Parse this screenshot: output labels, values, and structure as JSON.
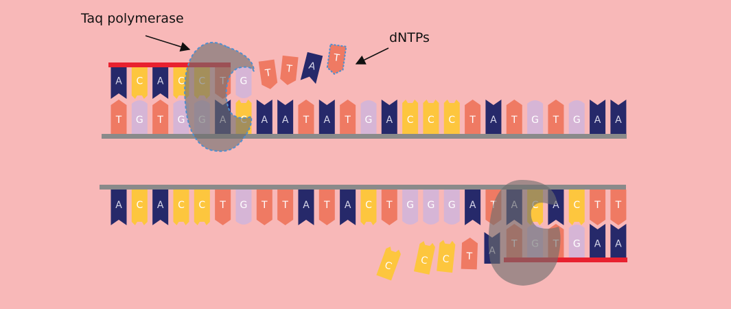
{
  "labels": {
    "polymerase": "Taq polymerase",
    "dntps": "dNTPs"
  },
  "colors": {
    "background": "#f8b8b8",
    "A": "#26296a",
    "C": "#fdc63e",
    "G": "#d6b5d6",
    "T": "#ef7a63",
    "backbone": "#8a8a8a",
    "primer": "#e8212f",
    "enzyme": "#6e6e6e",
    "enzyme_outline": "#4f8fcf"
  },
  "strands": {
    "top_template": "TGTGGACAATATGACCCTATGTGAA",
    "top_new": "ACACCTG",
    "top_incoming": "TTAT",
    "bottom_template": "ACACCTGTTATACTGGGATACACTT",
    "bottom_new": "TGTGAA",
    "bottom_incoming": "CCCTA"
  }
}
